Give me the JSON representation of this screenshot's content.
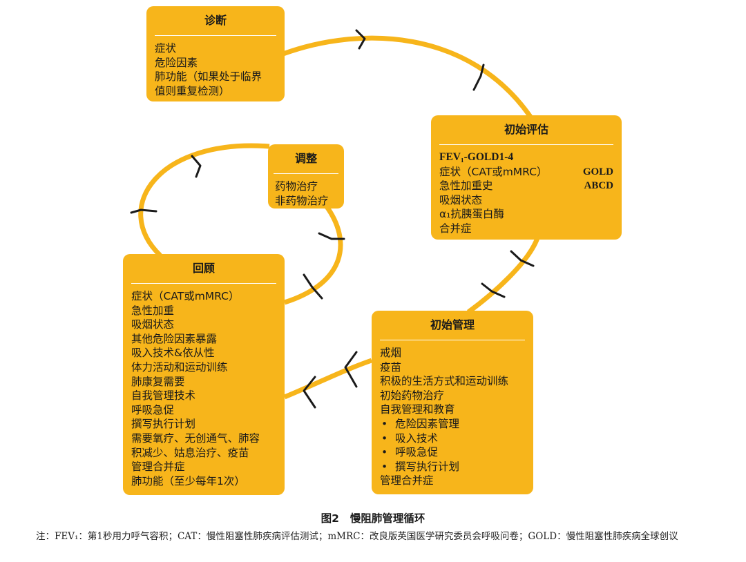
{
  "boxes": {
    "diagnosis": {
      "title": "诊断",
      "lines": [
        "症状",
        "危险因素",
        "肺功能（如果处于临界",
        "值则重复检测）"
      ]
    },
    "initial_assessment": {
      "title": "初始评估",
      "line1": "FEV₁-GOLD1-4",
      "row2_left": "症状（CAT或mMRC）",
      "row2_right": "GOLD",
      "row3_left": "急性加重史",
      "row3_right": "ABCD",
      "line4": "吸烟状态",
      "line5": "α₁抗胰蛋白酶",
      "line6": "合并症"
    },
    "adjust": {
      "title": "调整",
      "lines": [
        "药物治疗",
        "非药物治疗"
      ]
    },
    "review": {
      "title": "回顾",
      "lines": [
        "症状（CAT或mMRC）",
        "急性加重",
        "吸烟状态",
        "其他危险因素暴露",
        "吸入技术&依从性",
        "体力活动和运动训练",
        "肺康复需要",
        "自我管理技术",
        "呼吸急促",
        "撰写执行计划",
        "需要氧疗、无创通气、肺容",
        "积减少、姑息治疗、疫苗",
        "管理合并症",
        "肺功能（至少每年1次）"
      ]
    },
    "initial_management": {
      "title": "初始管理",
      "lines": [
        "戒烟",
        "疫苗",
        "积极的生活方式和运动训练",
        "初始药物治疗",
        "自我管理和教育"
      ],
      "bullets": [
        "危险因素管理",
        "吸入技术",
        "呼吸急促",
        "撰写执行计划"
      ],
      "last": "管理合并症"
    }
  },
  "caption": {
    "number": "图2",
    "title": "慢阻肺管理循环"
  },
  "note": "注：FEV₁：第1秒用力呼气容积；CAT：慢性阻塞性肺疾病评估测试；mMRC：改良版英国医学研究委员会呼吸问卷；GOLD：慢性阻塞性肺疾病全球创议",
  "colors": {
    "box_fill": "#f7b51b",
    "loop_stroke": "#f7b51b",
    "arrow_stroke": "#1a1a1a",
    "rule": "#ffffff"
  }
}
